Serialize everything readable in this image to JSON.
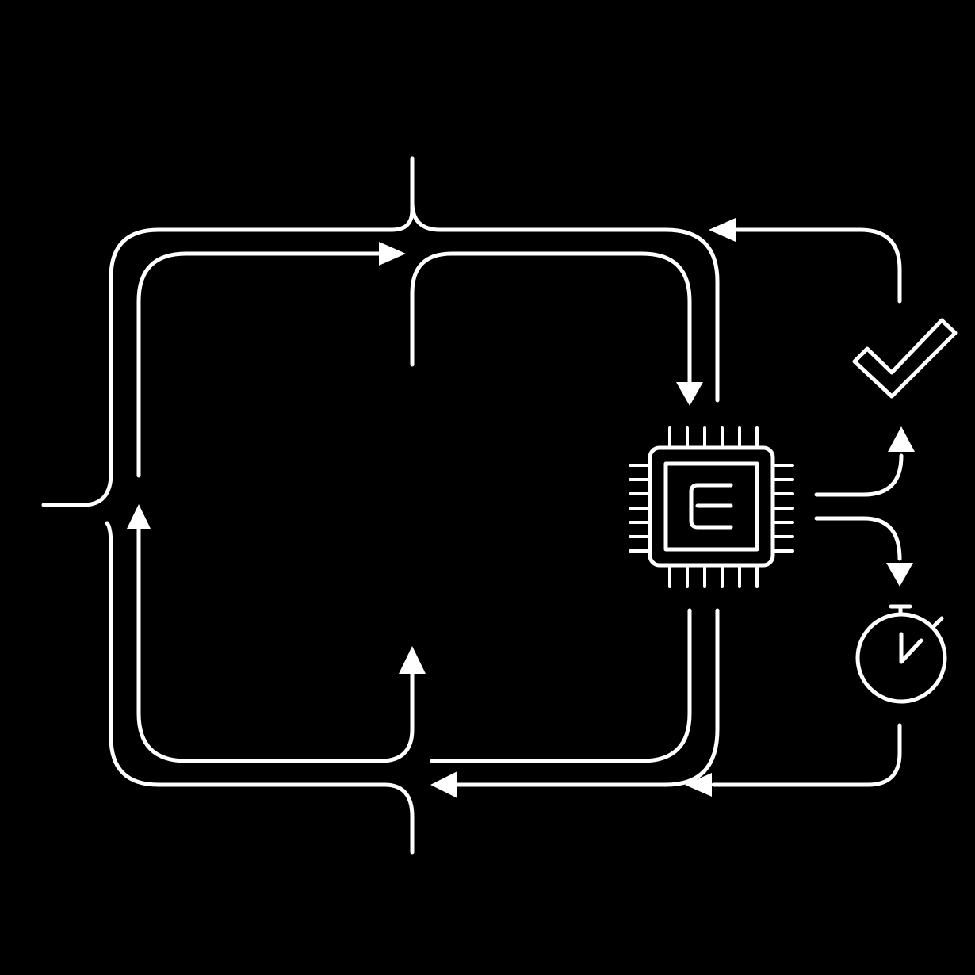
{
  "diagram": {
    "background_color": "#000000",
    "line_color": "#ffffff",
    "nodes": [
      {
        "id": "processor",
        "icon": "microchip-icon"
      },
      {
        "id": "success",
        "icon": "checkmark-icon"
      },
      {
        "id": "timer",
        "icon": "stopwatch-icon"
      }
    ],
    "connections": [
      {
        "from": "left-input",
        "to": "outer-loop"
      },
      {
        "from": "inner-loop",
        "to": "processor",
        "direction": "down"
      },
      {
        "from": "processor",
        "to": "success"
      },
      {
        "from": "processor",
        "to": "timer"
      },
      {
        "from": "success",
        "to": "outer-loop"
      },
      {
        "from": "timer",
        "to": "outer-loop"
      }
    ]
  }
}
